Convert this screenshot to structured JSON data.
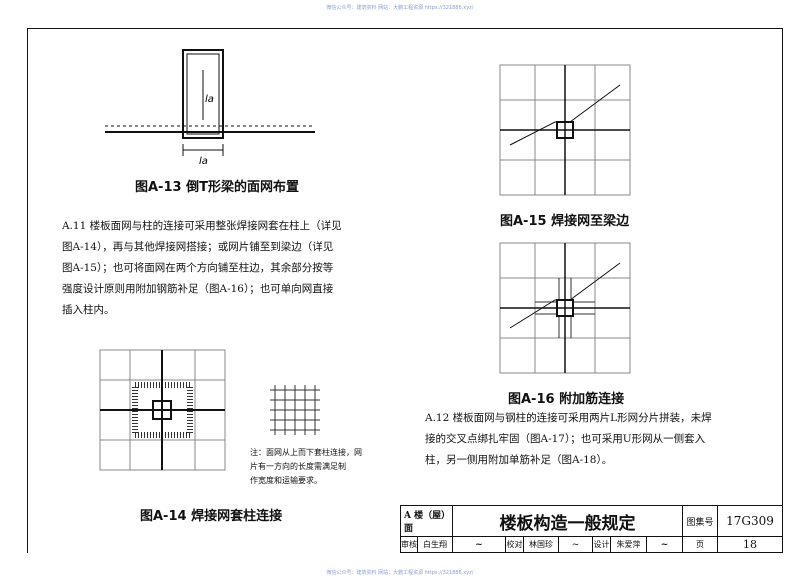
{
  "watermark": "微信公众号：建筑资料  网站：大鹏工程资源 https://321886.xyz/",
  "figures": {
    "a13": {
      "caption": "图A-13  倒T形梁的面网布置",
      "dim_label": "la"
    },
    "a14": {
      "caption": "图A-14  焊接网套柱连接"
    },
    "a15": {
      "caption": "图A-15  焊接网至梁边"
    },
    "a16": {
      "caption": "图A-16  附加筋连接"
    }
  },
  "text": {
    "a11": [
      "A.11  楼板面网与柱的连接可采用整张焊接网套在柱上（详见",
      "图A-14），再与其他焊接网搭接；或网片铺至到梁边（详见",
      "图A-15）；也可将面网在两个方向铺至柱边，其余部分按等",
      "强度设计原则用附加钢筋补足（图A-16）；也可单向网直接",
      "插入柱内。"
    ],
    "a12": [
      "A.12  楼板面网与钢柱的连接可采用两片L形网分片拼装，未焊",
      "接的交叉点绑扎牢固（图A-17）；也可采用U形网从一侧套入",
      "柱，另一侧用附加单筋补足（图A-18）。"
    ],
    "note": [
      "注：面网从上而下套柱连接，网",
      "    片有一方向的长度需满足制",
      "    作宽度和运输要求。"
    ]
  },
  "title_block": {
    "section": "A 楼（屋）面",
    "title": "楼板构造一般规定",
    "atlas_label": "图集号",
    "atlas_no": "17G309",
    "review_label": "审核",
    "reviewer": "白生翔",
    "check_label": "校对",
    "checker": "林国珍",
    "design_label": "设计",
    "designer": "朱爱萍",
    "page_label": "页",
    "page_no": "18"
  }
}
